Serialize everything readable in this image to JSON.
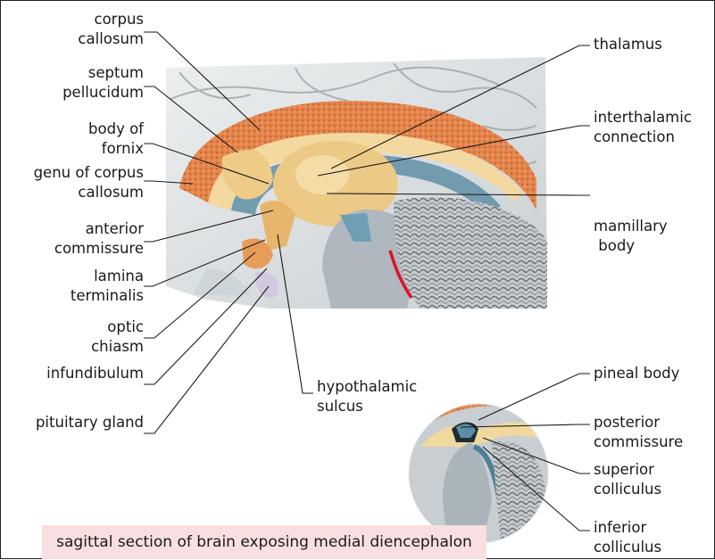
{
  "labels_left": [
    {
      "id": "corpus-callosum",
      "lines": [
        "corpus",
        "callosum"
      ]
    },
    {
      "id": "septum-pellucidum",
      "lines": [
        "septum",
        "pellucidum"
      ]
    },
    {
      "id": "body-of-fornix",
      "lines": [
        "body of",
        "fornix"
      ]
    },
    {
      "id": "genu-of-corpus-callosum",
      "lines": [
        "genu of  corpus",
        "callosum"
      ]
    },
    {
      "id": "anterior-commissure",
      "lines": [
        "anterior",
        "commissure"
      ]
    },
    {
      "id": "lamina-terminalis",
      "lines": [
        "lamina",
        "terminalis"
      ]
    },
    {
      "id": "optic-chiasm",
      "lines": [
        "optic",
        "chiasm"
      ]
    },
    {
      "id": "infundibulum",
      "lines": [
        "infundibulum"
      ]
    },
    {
      "id": "pituitary-gland",
      "lines": [
        "pituitary gland"
      ]
    }
  ],
  "labels_right": [
    {
      "id": "thalamus",
      "lines": [
        "thalamus"
      ]
    },
    {
      "id": "interthalamic-connection",
      "lines": [
        "interthalamic",
        "connection"
      ]
    },
    {
      "id": "mamillary-body",
      "lines": [
        "mamillary",
        " body"
      ]
    },
    {
      "id": "hypothalamic-sulcus",
      "lines": [
        "hypothalamic",
        "sulcus"
      ]
    },
    {
      "id": "pineal-body",
      "lines": [
        "pineal body"
      ]
    },
    {
      "id": "posterior-commissure",
      "lines": [
        "posterior",
        "commissure"
      ]
    },
    {
      "id": "superior-colliculus",
      "lines": [
        "superior",
        "colliculus"
      ]
    },
    {
      "id": "inferior-colliculus",
      "lines": [
        "inferior",
        "colliculus"
      ]
    }
  ],
  "caption": "sagittal section of brain exposing medial diencephalon",
  "colors": {
    "cortex_orange": "#e0844a",
    "thalamus_yellow": "#eccb85",
    "ventricle_blue": "#5b8ea5",
    "brainstem_grey": "#b4bcc2",
    "sulcus_red": "#e0102a",
    "caption_bg": "#f9dfdf"
  }
}
